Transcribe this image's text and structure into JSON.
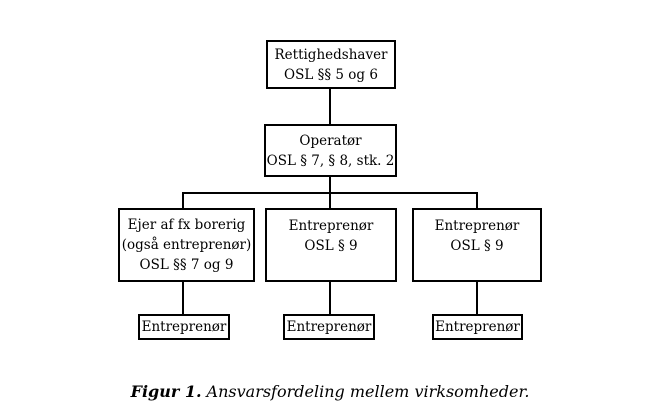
{
  "figure": {
    "caption": {
      "label": "Figur 1.",
      "text": "Ansvarsfordeling mellem virksomheder."
    }
  },
  "diagram": {
    "nodes": {
      "rettighedshaver": {
        "title": "Rettighedshaver",
        "ref": "OSL §§ 5 og 6"
      },
      "operatoer": {
        "title": "Operatør",
        "ref": "OSL § 7, § 8, stk. 2"
      },
      "ejer_borerig": {
        "title": "Ejer af fx borerig",
        "subtitle": "(også entreprenør)",
        "ref": "OSL §§ 7 og 9"
      },
      "entreprenoer_midt": {
        "title": "Entreprenør",
        "ref": "OSL § 9"
      },
      "entreprenoer_hoejre": {
        "title": "Entreprenør",
        "ref": "OSL § 9"
      },
      "underentreprenoer_1": {
        "title": "Entreprenør"
      },
      "underentreprenoer_2": {
        "title": "Entreprenør"
      },
      "underentreprenoer_3": {
        "title": "Entreprenør"
      }
    }
  }
}
